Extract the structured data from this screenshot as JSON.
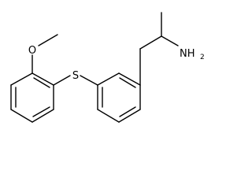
{
  "molecule": {
    "atom_labels": {
      "oxygen": "O",
      "sulfur": "S",
      "amine_main": "NH",
      "amine_sub": "2"
    }
  }
}
